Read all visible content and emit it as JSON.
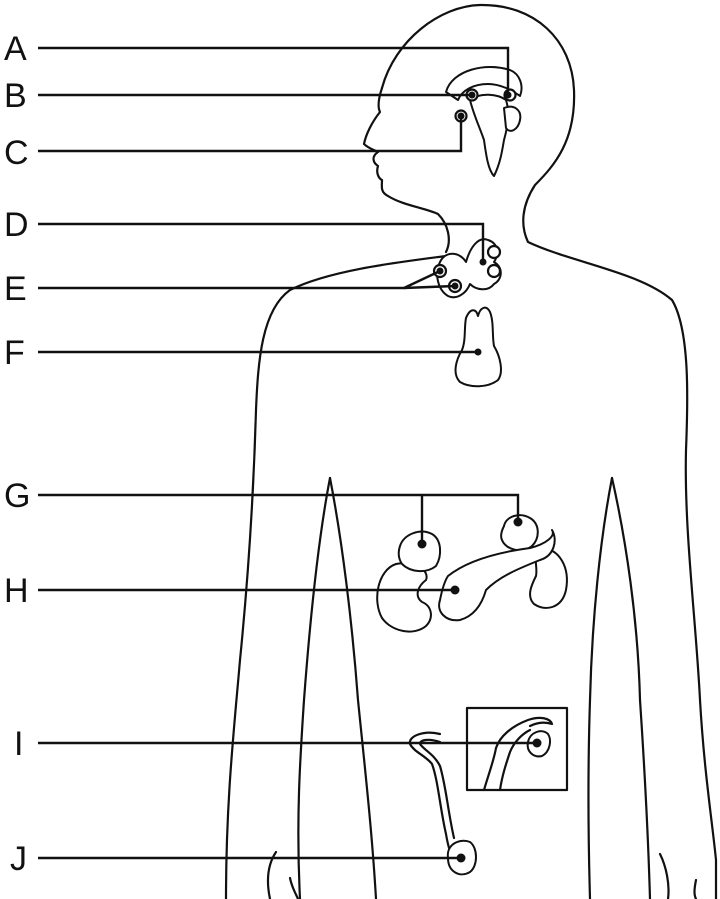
{
  "labels": {
    "a": "A",
    "b": "B",
    "c": "C",
    "d": "D",
    "e": "E",
    "f": "F",
    "g": "G",
    "h": "H",
    "i": "I",
    "j": "J"
  }
}
